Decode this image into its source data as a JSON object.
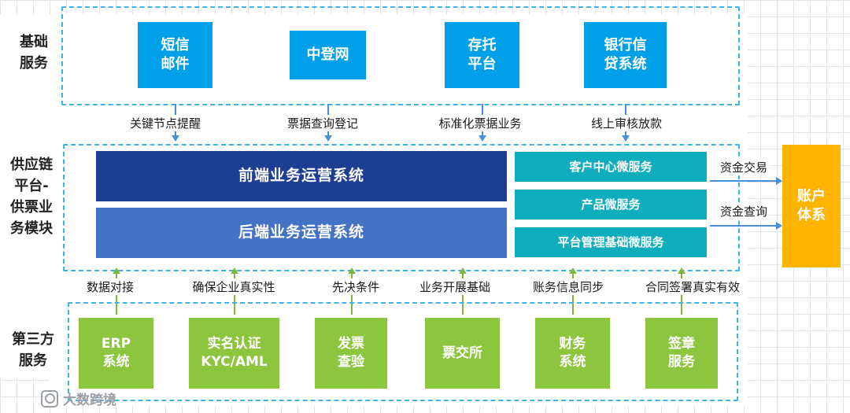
{
  "colors": {
    "cyan_box": "#00a0e9",
    "dark_blue_box": "#1e3e93",
    "medium_blue_box": "#4472c4",
    "teal_box": "#10aebc",
    "orange_box": "#ffb400",
    "green_box": "#8cc63e",
    "dashed_border": "#3cb4e8",
    "arrow_blue": "#4a90d9",
    "arrow_green": "#7cb83e"
  },
  "side_labels": {
    "top": "基础\n服务",
    "middle": "供应链\n平台-\n供票业\n务模块",
    "bottom": "第三方\n服务"
  },
  "base_services": {
    "items": [
      {
        "label": "短信\n邮件"
      },
      {
        "label": "中登网"
      },
      {
        "label": "存托\n平台"
      },
      {
        "label": "银行信\n贷系统"
      }
    ]
  },
  "top_connectors": [
    {
      "label": "关键节点提醒"
    },
    {
      "label": "票据查询登记"
    },
    {
      "label": "标准化票据业务"
    },
    {
      "label": "线上审核放款"
    }
  ],
  "platform": {
    "front_system": "前端业务运营系统",
    "back_system": "后端业务运营系统",
    "microservices": [
      {
        "label": "客户中心微服务"
      },
      {
        "label": "产品微服务"
      },
      {
        "label": "平台管理基础微服务"
      }
    ],
    "right_connectors": [
      {
        "label": "资金交易"
      },
      {
        "label": "资金查询"
      }
    ],
    "account_box": "账户\n体系"
  },
  "bottom_connectors": [
    {
      "label": "数据对接"
    },
    {
      "label": "确保企业真实性"
    },
    {
      "label": "先决条件"
    },
    {
      "label": "业务开展基础"
    },
    {
      "label": "账务信息同步"
    },
    {
      "label": "合同签署真实有效"
    }
  ],
  "third_party_services": {
    "items": [
      {
        "label": "ERP\n系统"
      },
      {
        "label": "实名认证\nKYC/AML"
      },
      {
        "label": "发票\n查验"
      },
      {
        "label": "票交所"
      },
      {
        "label": "财务\n系统"
      },
      {
        "label": "签章\n服务"
      }
    ]
  },
  "watermark": {
    "text": "大数跨境"
  }
}
